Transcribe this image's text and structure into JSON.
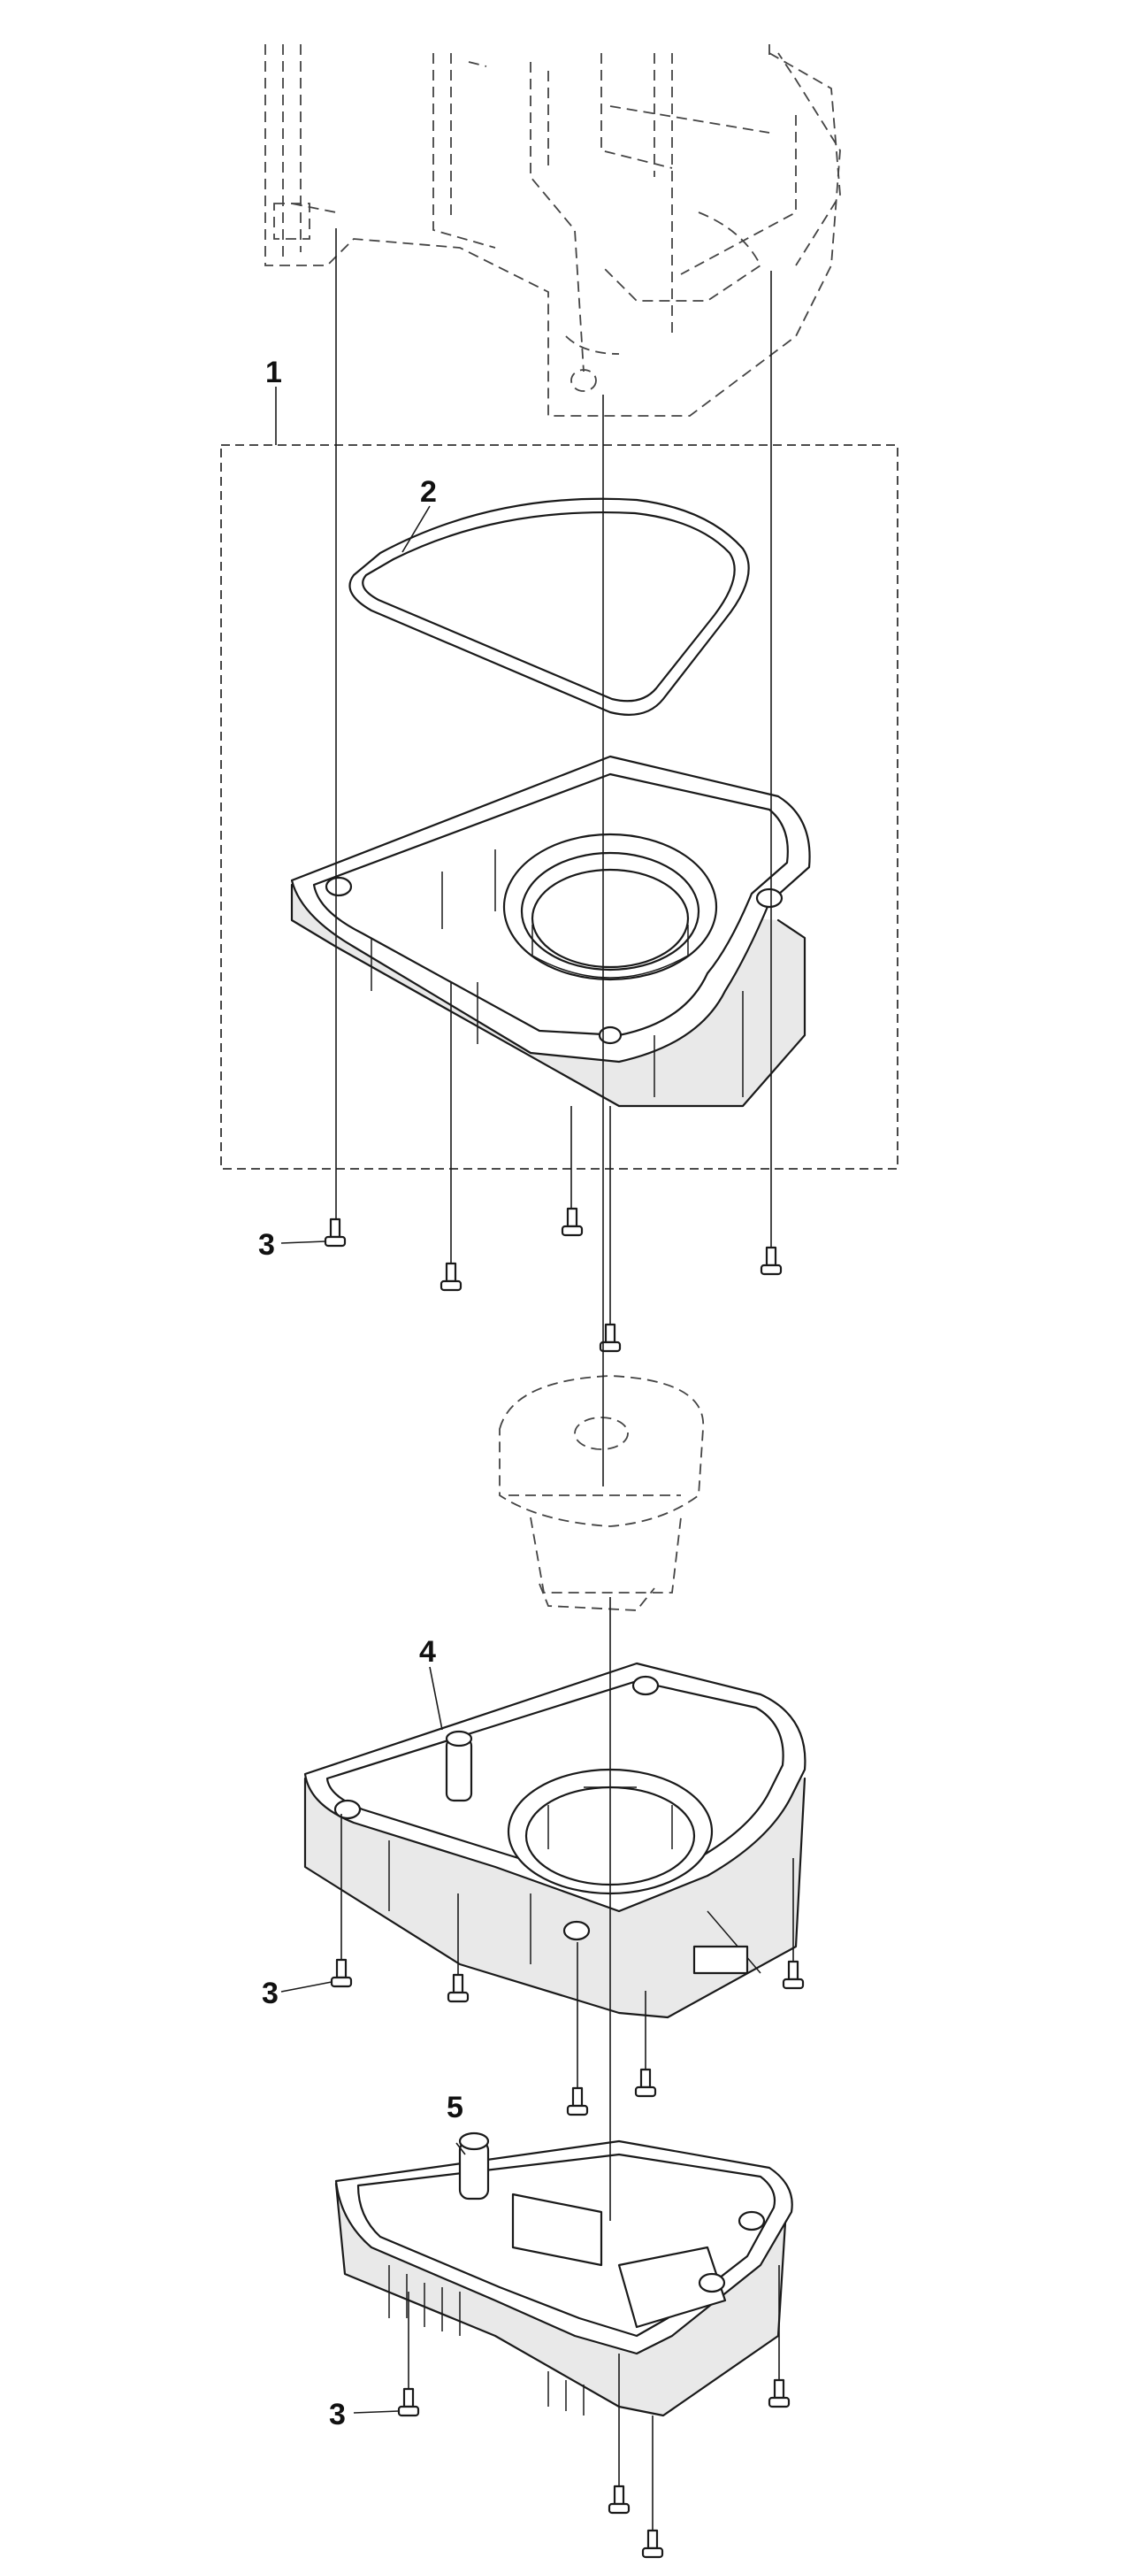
{
  "callouts": [
    {
      "id": "c1",
      "label": "1"
    },
    {
      "id": "c2",
      "label": "2"
    },
    {
      "id": "c3a",
      "label": "3"
    },
    {
      "id": "c4",
      "label": "4"
    },
    {
      "id": "c3b",
      "label": "3"
    },
    {
      "id": "c5",
      "label": "5"
    },
    {
      "id": "c3c",
      "label": "3"
    }
  ]
}
